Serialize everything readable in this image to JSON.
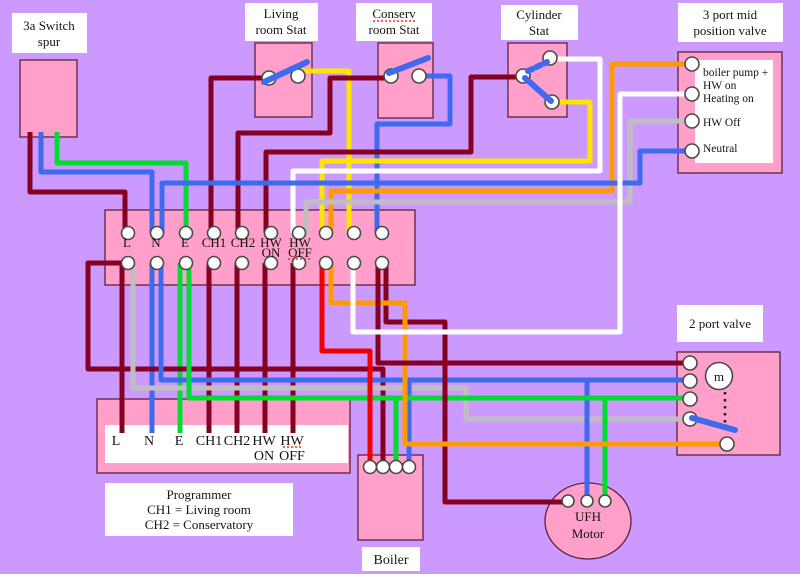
{
  "background_color": "#CC99FF",
  "colors": {
    "pink": "#FF9FCA",
    "white": "#FFFFFF",
    "dark_red": "#860021",
    "red": "#F20000",
    "blue": "#3D6AEE",
    "green": "#00DC32",
    "yellow": "#FFE500",
    "orange": "#FF9B00",
    "gray": "#BFBFBF",
    "squiggle_red": "#FF2A2A"
  },
  "switch_spur": {
    "label": [
      "3a Switch",
      "spur"
    ]
  },
  "living_stat": {
    "label": [
      "Living",
      "room Stat"
    ]
  },
  "conserv_stat": {
    "label": [
      "Conserv",
      "room Stat"
    ]
  },
  "cylinder_stat": {
    "label": [
      "Cylinder",
      "Stat"
    ]
  },
  "valve3": {
    "label": [
      "3 port mid",
      "position valve"
    ],
    "terminals": [
      "boiler pump +",
      "HW on",
      "Heating on",
      "HW Off",
      "Neutral"
    ]
  },
  "strip": {
    "row1": [
      "L",
      "N",
      "E",
      "CH1",
      "CH2",
      "HW",
      "HW"
    ],
    "row2": [
      "ON",
      "OFF"
    ]
  },
  "valve2": {
    "label": "2 port valve",
    "motor_label": "m"
  },
  "programmer": {
    "row1": [
      "L",
      "N",
      "E",
      "CH1",
      "CH2",
      "HW",
      "HW"
    ],
    "row2": [
      "ON",
      "OFF"
    ],
    "info": [
      "Programmer",
      "CH1 = Living room",
      "CH2 = Conservatory"
    ]
  },
  "boiler": {
    "label": "Boiler"
  },
  "ufh_motor": {
    "label": [
      "UFH",
      "Motor"
    ]
  }
}
